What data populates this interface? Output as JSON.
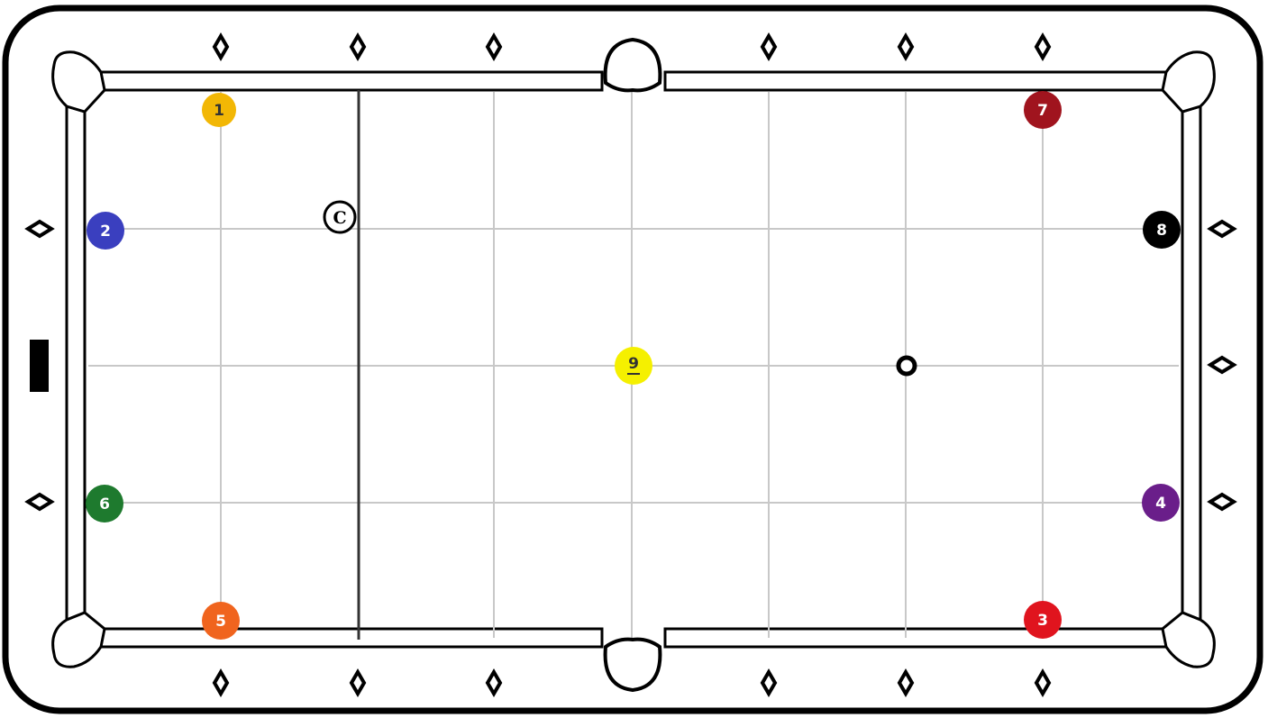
{
  "balls": [
    {
      "id": "ball-1",
      "label": "1",
      "color": "#f2b705",
      "text_color": "#333333"
    },
    {
      "id": "ball-2",
      "label": "2",
      "color": "#3a3fbf",
      "text_color": "#ffffff"
    },
    {
      "id": "ball-3",
      "label": "3",
      "color": "#e0141e",
      "text_color": "#ffffff"
    },
    {
      "id": "ball-4",
      "label": "4",
      "color": "#6a1e8a",
      "text_color": "#ffffff"
    },
    {
      "id": "ball-5",
      "label": "5",
      "color": "#f0641e",
      "text_color": "#ffffff"
    },
    {
      "id": "ball-6",
      "label": "6",
      "color": "#1e7a2e",
      "text_color": "#ffffff"
    },
    {
      "id": "ball-7",
      "label": "7",
      "color": "#a0141e",
      "text_color": "#ffffff"
    },
    {
      "id": "ball-8",
      "label": "8",
      "color": "#000000",
      "text_color": "#ffffff"
    },
    {
      "id": "ball-9",
      "label": "9",
      "color": "#f5f000",
      "text_color": "#333333"
    }
  ],
  "cue_ball": {
    "label": "C",
    "color": "#ffffff"
  },
  "spot": {
    "color": "#ffffff"
  },
  "colors": {
    "line": "#000000",
    "grid": "#c8c8c8",
    "background": "#ffffff"
  }
}
